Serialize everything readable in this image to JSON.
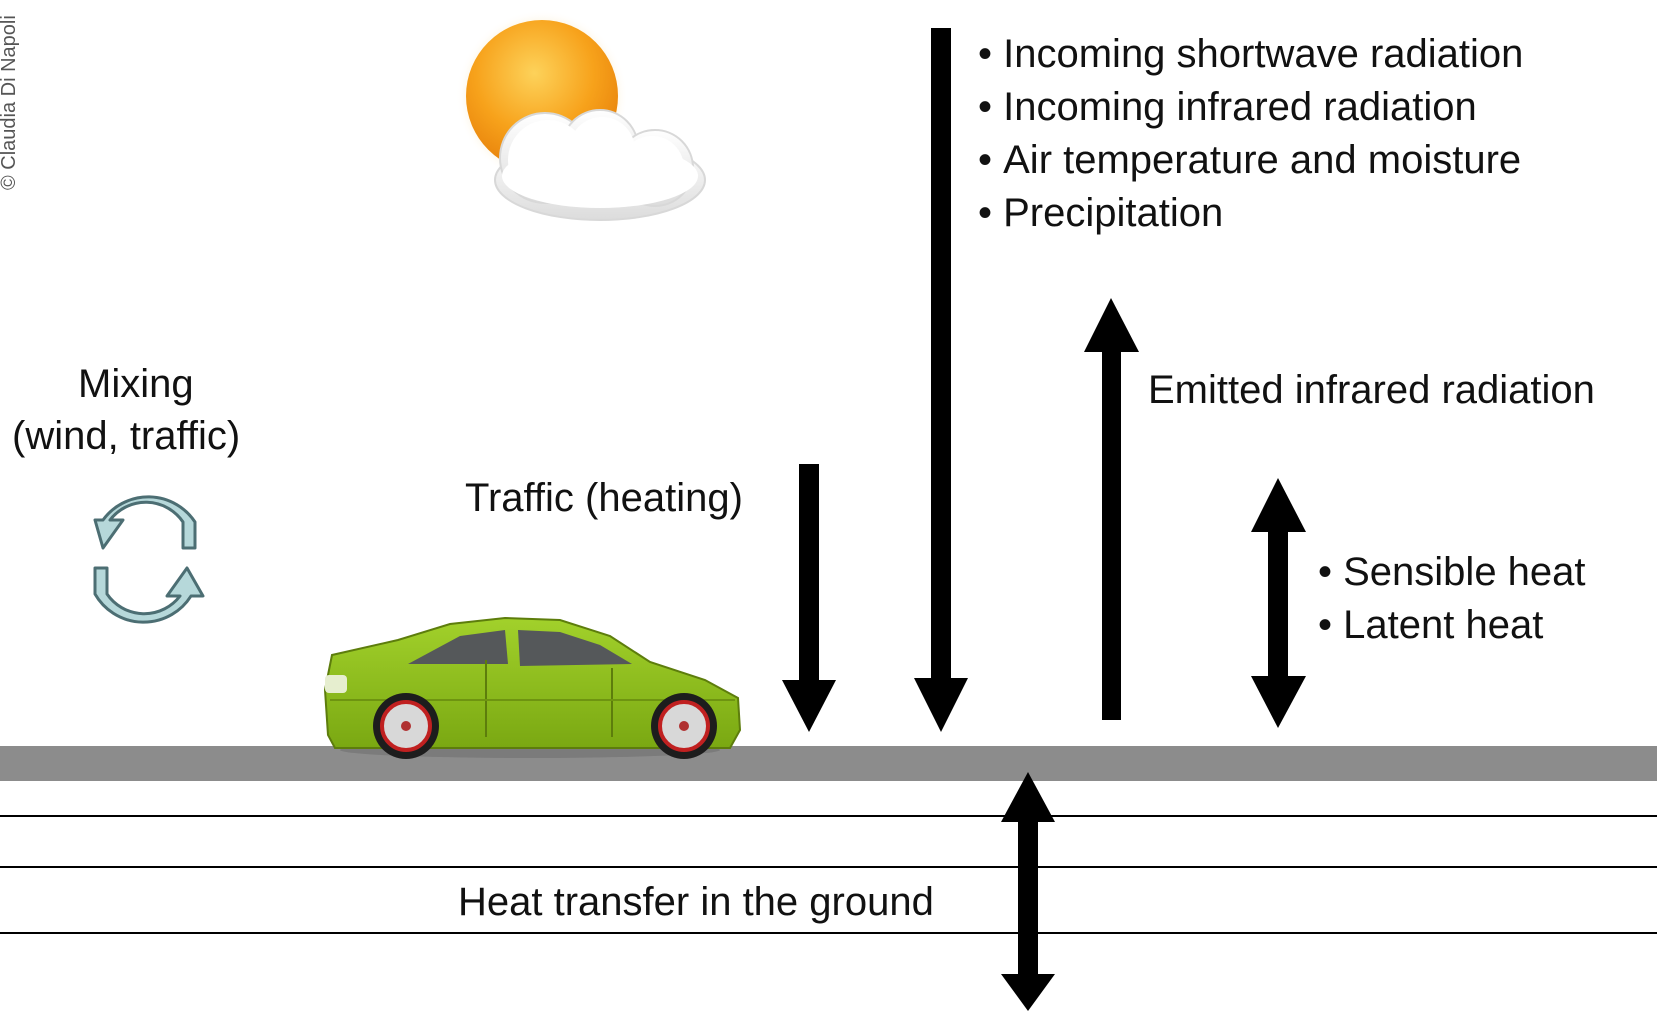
{
  "copyright": "© Claudia Di Napoli",
  "labels": {
    "mixing_line1": "Mixing",
    "mixing_line2": "(wind, traffic)",
    "traffic_heating": "Traffic (heating)",
    "emitted_infrared": "Emitted infrared radiation",
    "ground_heat": "Heat transfer in the ground"
  },
  "incoming_items": [
    "Incoming shortwave radiation",
    "Incoming infrared radiation",
    "Air temperature and moisture",
    "Precipitation"
  ],
  "turbulent_items": [
    "Sensible heat",
    "Latent heat"
  ],
  "icons": {
    "sun_cloud": "sun-behind-cloud-icon",
    "mixing": "circular-arrows-icon",
    "vehicle": "green-car-icon"
  },
  "colors": {
    "road": "#8c8c8c",
    "arrow": "#000000",
    "car_body": "#8cbf1a",
    "sun": "#f7a21b",
    "mixing_arrows": "#a9cfd2"
  }
}
